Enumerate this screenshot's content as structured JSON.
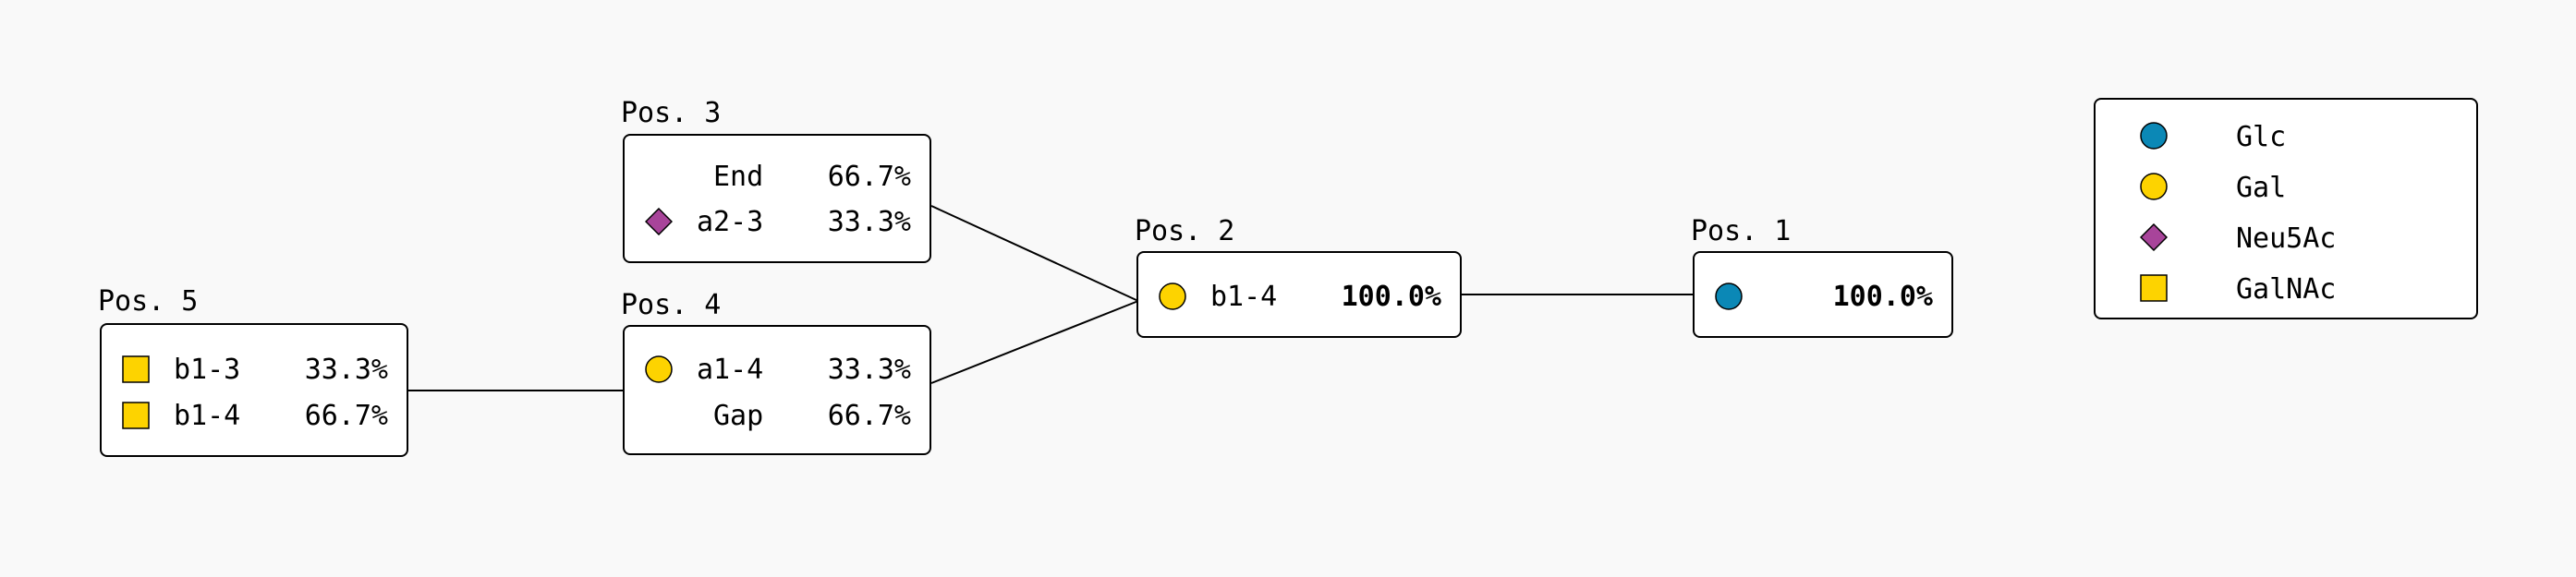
{
  "colors": {
    "Glc": "#0b88b6",
    "Gal": "#fdd300",
    "Neu5Ac": "#a8449a",
    "GalNAc": "#fdd300"
  },
  "positions": {
    "pos5": {
      "title": "Pos. 5",
      "rows": [
        {
          "symbol": "square",
          "color": "GalNAc",
          "label": "b1-3",
          "pct": "33.3%"
        },
        {
          "symbol": "square",
          "color": "GalNAc",
          "label": "b1-4",
          "pct": "66.7%"
        }
      ]
    },
    "pos4": {
      "title": "Pos. 4",
      "rows": [
        {
          "symbol": "circle",
          "color": "Gal",
          "label": "a1-4",
          "pct": "33.3%"
        },
        {
          "symbol": "none",
          "label": "Gap",
          "pct": "66.7%"
        }
      ]
    },
    "pos3": {
      "title": "Pos. 3",
      "rows": [
        {
          "symbol": "none",
          "label": "End",
          "pct": "66.7%"
        },
        {
          "symbol": "diamond",
          "color": "Neu5Ac",
          "label": "a2-3",
          "pct": "33.3%"
        }
      ]
    },
    "pos2": {
      "title": "Pos. 2",
      "rows": [
        {
          "symbol": "circle",
          "color": "Gal",
          "label": "b1-4",
          "pct": "100.0%"
        }
      ]
    },
    "pos1": {
      "title": "Pos. 1",
      "rows": [
        {
          "symbol": "circle",
          "color": "Glc",
          "label": "",
          "pct": "100.0%"
        }
      ]
    }
  },
  "legend": [
    {
      "symbol": "circle",
      "color": "Glc",
      "label": "Glc"
    },
    {
      "symbol": "circle",
      "color": "Gal",
      "label": "Gal"
    },
    {
      "symbol": "diamond",
      "color": "Neu5Ac",
      "label": "Neu5Ac"
    },
    {
      "symbol": "square",
      "color": "GalNAc",
      "label": "GalNAc"
    }
  ]
}
